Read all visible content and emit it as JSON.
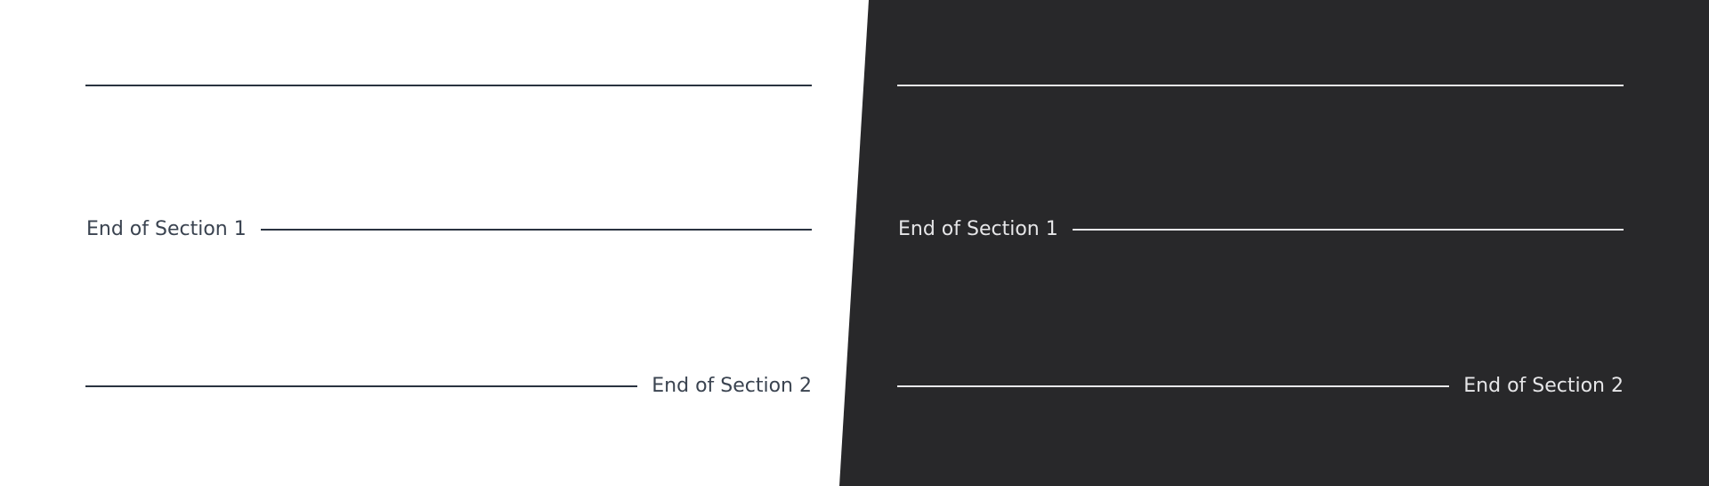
{
  "panels": [
    {
      "theme": "light",
      "line_color": "#2a3340",
      "text_color": "#3a4350",
      "divider_start_label": "End of Section 1",
      "divider_end_label": "End of Section 2"
    },
    {
      "theme": "dark",
      "line_color": "#e8e8ea",
      "text_color": "#e6e6e8",
      "divider_start_label": "End of Section 1",
      "divider_end_label": "End of Section 2"
    }
  ],
  "colors": {
    "light_background": "#ffffff",
    "dark_background": "#28282a"
  }
}
